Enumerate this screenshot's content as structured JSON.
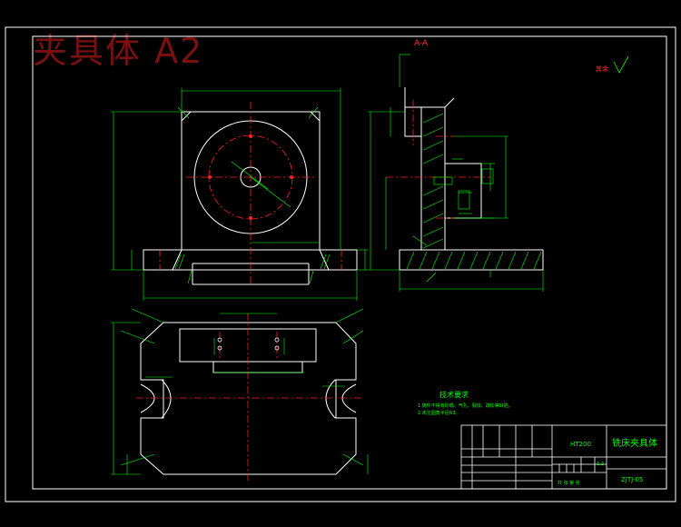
{
  "watermark": "夹具体 A2",
  "section_label": "A-A",
  "roughness_label": "其余",
  "tech_req": {
    "title": "技术要求",
    "lines": [
      "1.铸件不得有砂眼、气孔、裂纹、疏松等缺陷。",
      "2.未注圆角半径R3。"
    ]
  },
  "title_block": {
    "material": "HT200",
    "part_name": "铣床夹具体",
    "drawing_no": "ZJTJ-05",
    "scale": "1:2",
    "sheet": "共 张 第 张"
  },
  "colors": {
    "background": "#000000",
    "frame": "#ffffff",
    "outline": "#ffffff",
    "dimension": "#00ff00",
    "centerline": "#ff2020",
    "text": "#00ff00",
    "hatch": "#00ff00",
    "label_red": "#ff3030",
    "watermark": "#7a1010"
  }
}
